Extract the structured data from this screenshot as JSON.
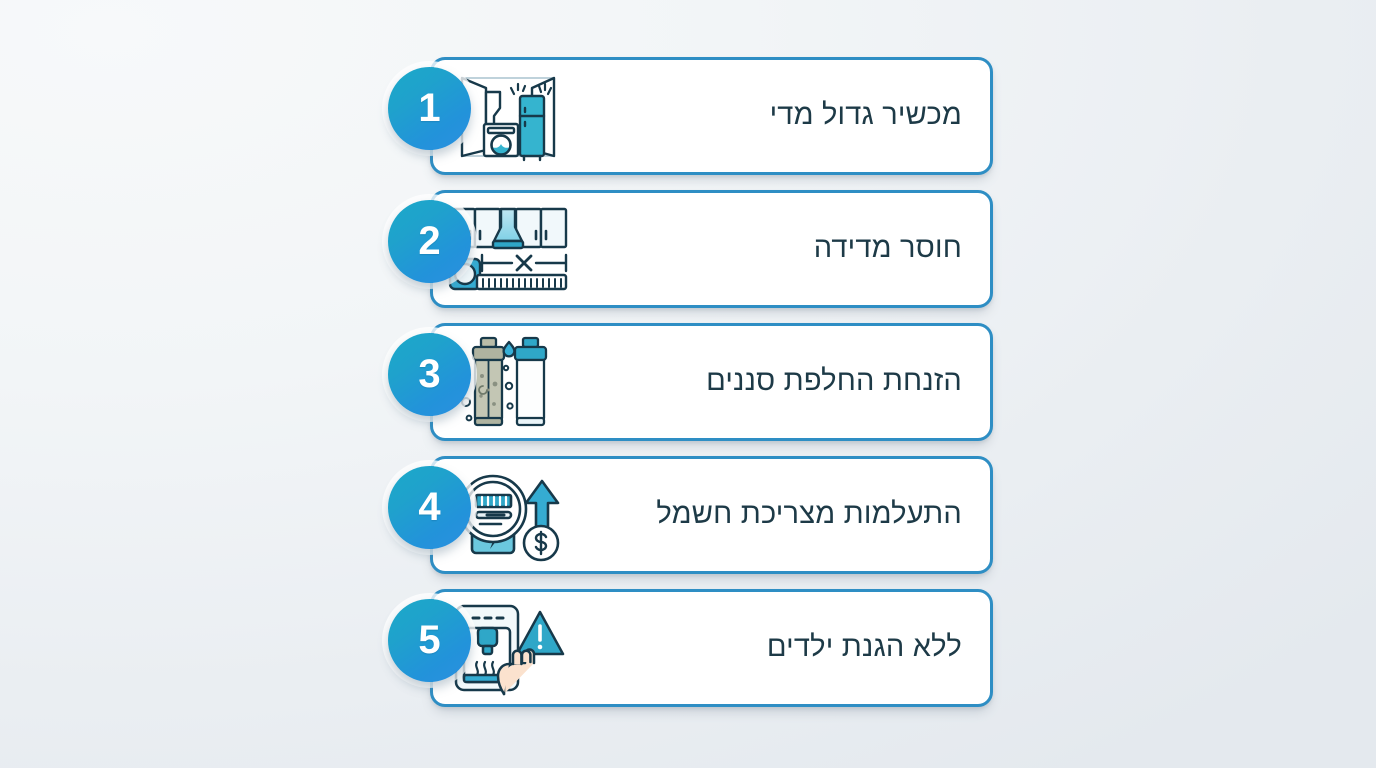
{
  "theme": {
    "background_start": "#F7F9FA",
    "background_end": "#E4E9EE",
    "card_background": "#FFFFFF",
    "card_border": "#2E8EC4",
    "badge_gradient_start": "#1BA9C9",
    "badge_gradient_end": "#2B8FE0",
    "badge_text_color": "#FFFFFF",
    "label_text_color": "#1D3A47",
    "icon_accent": "#29AECD",
    "icon_outline": "#17394A"
  },
  "infographic": {
    "direction": "rtl",
    "language": "he",
    "item_count": 5,
    "items": [
      {
        "number": "1",
        "label": "מכשיר גדול מדי",
        "icon_name": "oversized-appliance-doorway-icon"
      },
      {
        "number": "2",
        "label": "חוסר מדידה",
        "icon_name": "measuring-tape-cabinets-icon"
      },
      {
        "number": "3",
        "label": "הזנחת החלפת סננים",
        "icon_name": "water-filter-cartridges-icon"
      },
      {
        "number": "4",
        "label": "התעלמות מצריכת חשמל",
        "icon_name": "electric-meter-cost-icon"
      },
      {
        "number": "5",
        "label": "ללא הגנת ילדים",
        "icon_name": "water-dispenser-warning-hand-icon"
      }
    ]
  }
}
